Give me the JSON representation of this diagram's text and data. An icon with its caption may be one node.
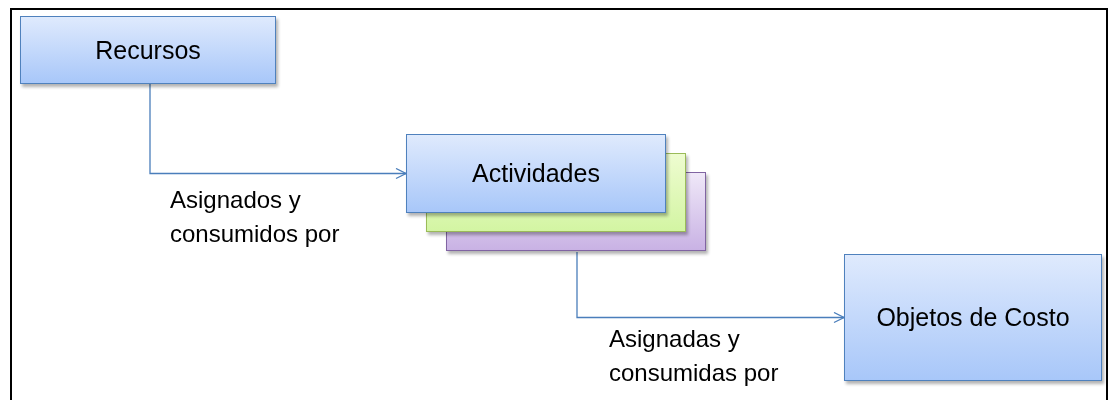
{
  "diagram": {
    "nodes": [
      {
        "text": [
          "Recursos"
        ]
      },
      {
        "text": [
          "Actividades"
        ]
      },
      {
        "text": [
          "Objetos de Costo"
        ]
      }
    ],
    "edges": [
      {
        "from": 0,
        "to": 1,
        "arrow": "to",
        "label": "Asignados y consumidos por"
      },
      {
        "from": 1,
        "to": 2,
        "arrow": "to",
        "label": "Asignadas y consumidas por"
      }
    ]
  }
}
